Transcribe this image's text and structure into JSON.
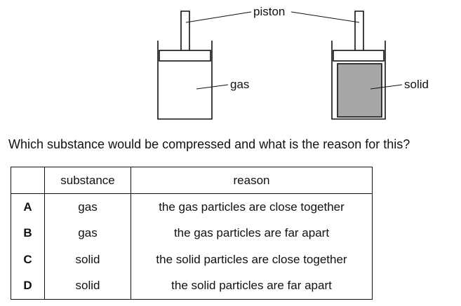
{
  "diagram": {
    "label_piston": "piston",
    "label_gas": "gas",
    "label_solid": "solid",
    "colors": {
      "solid_fill": "#a6a6a6",
      "outline": "#111111"
    }
  },
  "question": "Which substance would be compressed and what is the reason for this?",
  "table": {
    "headers": [
      "",
      "substance",
      "reason"
    ],
    "rows": [
      {
        "letter": "A",
        "substance": "gas",
        "reason": "the gas particles are close together"
      },
      {
        "letter": "B",
        "substance": "gas",
        "reason": "the gas particles are far apart"
      },
      {
        "letter": "C",
        "substance": "solid",
        "reason": "the solid particles are close together"
      },
      {
        "letter": "D",
        "substance": "solid",
        "reason": "the solid particles are far apart"
      }
    ]
  }
}
